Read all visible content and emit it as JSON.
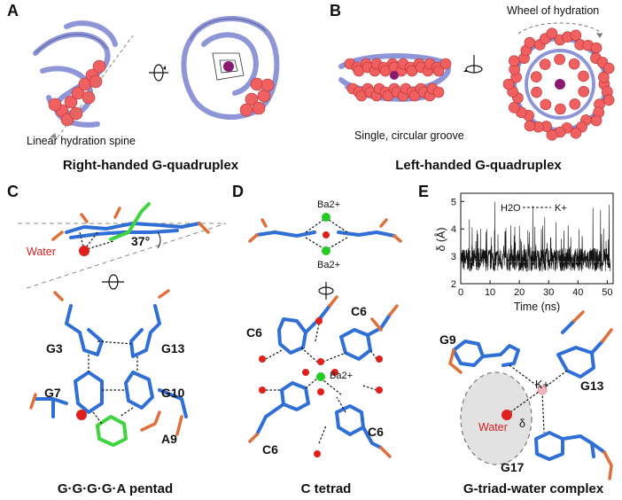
{
  "panels": {
    "A": {
      "letter": "A",
      "annotation": "Linear hydration spine",
      "caption": "Right-handed G-quadruplex"
    },
    "B": {
      "letter": "B",
      "annotation_top": "Wheel of hydration",
      "annotation_bottom": "Single, circular groove",
      "caption": "Left-handed G-quadruplex"
    },
    "C": {
      "letter": "C",
      "water_label": "Water",
      "angle_label": "37°",
      "residues": [
        "G3",
        "G13",
        "G7",
        "G10",
        "A9"
      ],
      "caption": "G·G·G·G·A pentad"
    },
    "D": {
      "letter": "D",
      "ion_top": "Ba2+",
      "ion_bottom": "Ba2+",
      "ion_center": "Ba2+",
      "residues": [
        "C6",
        "C6",
        "C6",
        "C6"
      ],
      "caption": "C tetrad"
    },
    "E": {
      "letter": "E",
      "water_label": "Water",
      "ion_label": "K+",
      "delta_label": "δ",
      "residues": [
        "G9",
        "G13",
        "G17"
      ],
      "caption": "G-triad-water complex"
    }
  },
  "chart_data": {
    "type": "line",
    "title": "",
    "xlabel": "Time (ns)",
    "ylabel": "δ (Å)",
    "xlim": [
      0,
      52
    ],
    "ylim": [
      2,
      5.3
    ],
    "xticks": [
      0,
      10,
      20,
      30,
      40,
      50
    ],
    "yticks": [
      2,
      3,
      4,
      5
    ],
    "legend": {
      "text_left": "H2O",
      "text_right": "K+",
      "placement": "top"
    },
    "series": [
      {
        "mean": 2.8,
        "typical_low": 2.45,
        "typical_high": 3.3,
        "spike_max": 5.0
      }
    ]
  }
}
